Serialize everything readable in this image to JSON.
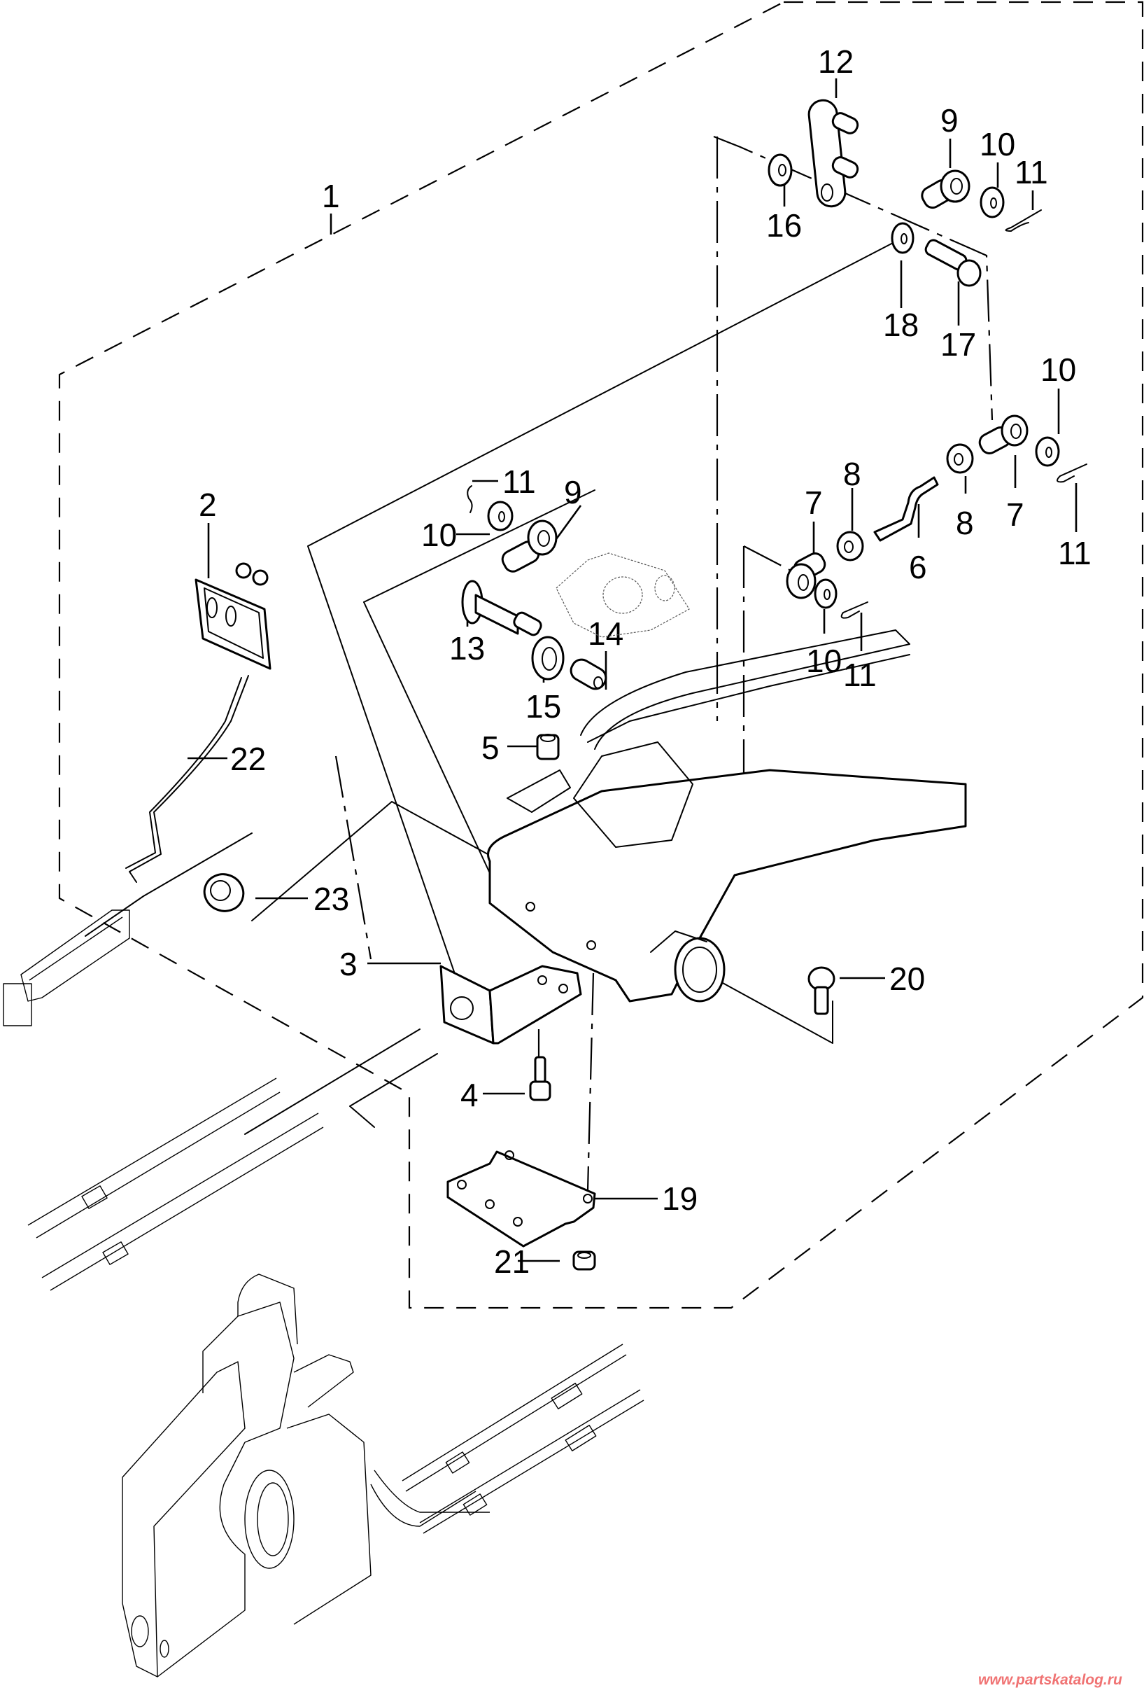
{
  "diagram": {
    "type": "exploded-parts-diagram",
    "subject": "outboard remote control attachment kit",
    "assembly_group_callout": "1",
    "callouts": [
      {
        "id": "c1",
        "label": "1"
      },
      {
        "id": "c2",
        "label": "2"
      },
      {
        "id": "c3",
        "label": "3"
      },
      {
        "id": "c4",
        "label": "4"
      },
      {
        "id": "c5",
        "label": "5"
      },
      {
        "id": "c6",
        "label": "6"
      },
      {
        "id": "c7a",
        "label": "7"
      },
      {
        "id": "c7b",
        "label": "7"
      },
      {
        "id": "c8a",
        "label": "8"
      },
      {
        "id": "c8b",
        "label": "8"
      },
      {
        "id": "c9a",
        "label": "9"
      },
      {
        "id": "c9b",
        "label": "9"
      },
      {
        "id": "c10a",
        "label": "10"
      },
      {
        "id": "c10b",
        "label": "10"
      },
      {
        "id": "c10c",
        "label": "10"
      },
      {
        "id": "c10d",
        "label": "10"
      },
      {
        "id": "c11a",
        "label": "11"
      },
      {
        "id": "c11b",
        "label": "11"
      },
      {
        "id": "c11c",
        "label": "11"
      },
      {
        "id": "c11d",
        "label": "11"
      },
      {
        "id": "c12",
        "label": "12"
      },
      {
        "id": "c13",
        "label": "13"
      },
      {
        "id": "c14",
        "label": "14"
      },
      {
        "id": "c15",
        "label": "15"
      },
      {
        "id": "c16",
        "label": "16"
      },
      {
        "id": "c17",
        "label": "17"
      },
      {
        "id": "c18",
        "label": "18"
      },
      {
        "id": "c19",
        "label": "19"
      },
      {
        "id": "c20",
        "label": "20"
      },
      {
        "id": "c21",
        "label": "21"
      },
      {
        "id": "c22",
        "label": "22"
      },
      {
        "id": "c23",
        "label": "23"
      }
    ]
  },
  "watermark": "www.partskatalog.ru",
  "colors": {
    "line": "#000000",
    "background": "#ffffff",
    "watermark": "#f07373"
  }
}
